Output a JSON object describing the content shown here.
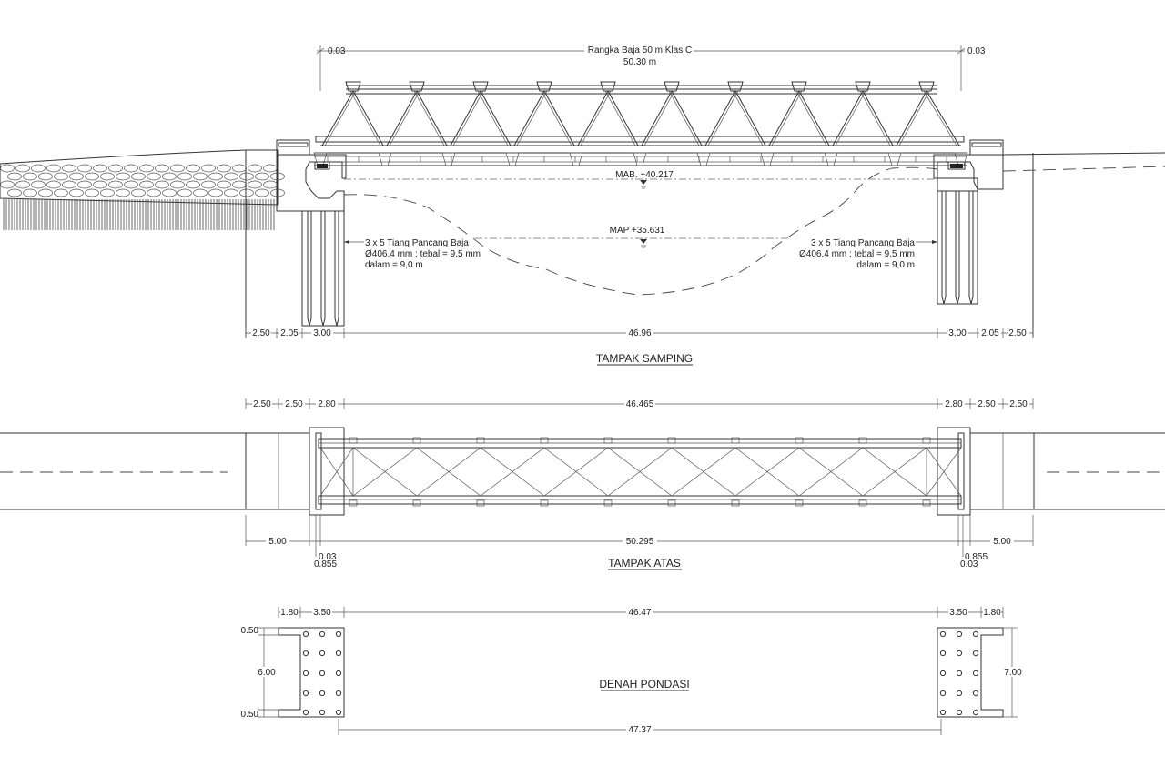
{
  "truss": {
    "title": "Rangka Baja 50 m Klas C",
    "length": "50.30 m",
    "gap_left": "0.03",
    "gap_right": "0.03"
  },
  "water": {
    "mab": "MAB. +40.217",
    "map": "MAP +35.631"
  },
  "piles": {
    "left": [
      "3 x 5 Tiang Pancang Baja",
      "Ø406,4 mm ; tebal = 9,5 mm",
      "dalam = 9,0 m"
    ],
    "right": [
      "3 x 5 Tiang Pancang Baja",
      "Ø406,4 mm ; tebal = 9,5 mm",
      "dalam = 9,0 m"
    ]
  },
  "side_view": {
    "title": "TAMPAK SAMPING",
    "dims_left": [
      "2.50",
      "2.05",
      "3.00"
    ],
    "span": "46.96",
    "dims_right": [
      "3.00",
      "2.05",
      "2.50"
    ]
  },
  "top_view": {
    "title": "TAMPAK ATAS",
    "dims_top_left": [
      "2.50",
      "2.50",
      "2.80"
    ],
    "span_top": "46.465",
    "dims_top_right": [
      "2.80",
      "2.50",
      "2.50"
    ],
    "dim_bottom_left": "5.00",
    "span_bottom": "50.295",
    "dim_bottom_right": "5.00",
    "small_left": [
      "0.03",
      "0.855"
    ],
    "small_right": [
      "0.855",
      "0.03"
    ]
  },
  "foundation": {
    "title": "DENAH PONDASI",
    "dims_top_left": [
      "1.80",
      "3.50"
    ],
    "span_top": "46.47",
    "dims_top_right": [
      "3.50",
      "1.80"
    ],
    "left_vertical": [
      "0.50",
      "6.00",
      "0.50"
    ],
    "right_vertical": "7.00",
    "span_bottom": "47.37"
  }
}
